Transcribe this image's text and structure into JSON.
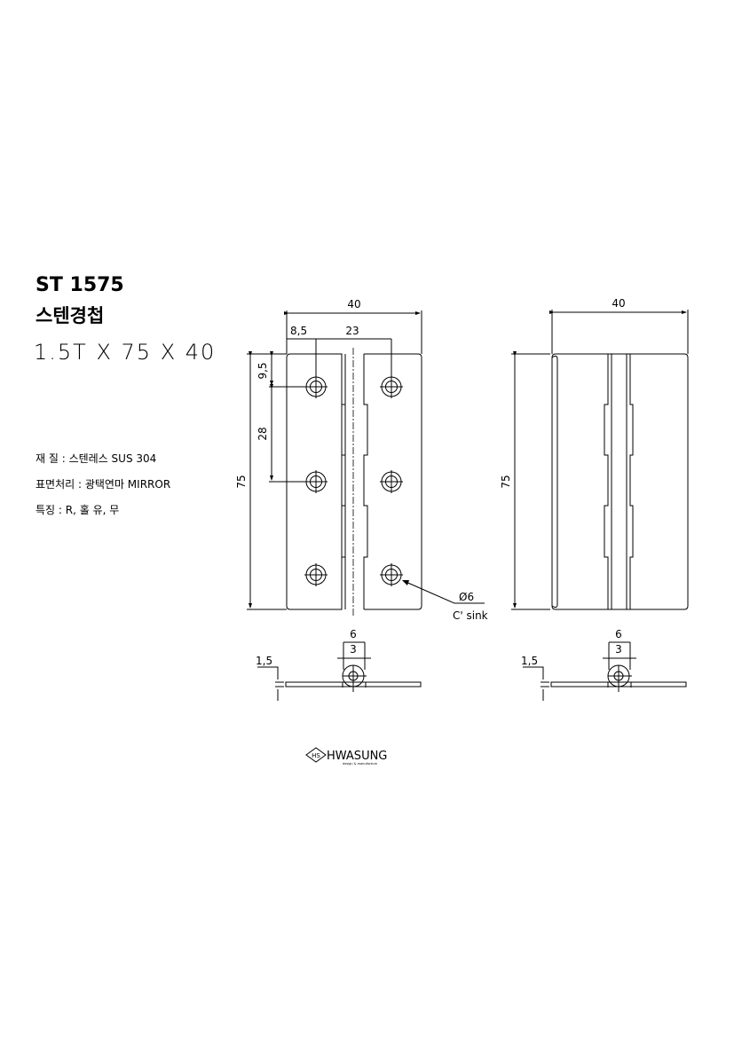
{
  "header": {
    "model": "ST 1575",
    "name": "스텐경첩",
    "size": "1.5T  X  75  X  40"
  },
  "specs": [
    "재 질 : 스텐레스 SUS 304",
    "표면처리 : 광택연마 MIRROR",
    "특징 : R, 홀 유, 무"
  ],
  "front_view": {
    "width_dim": "40",
    "edge_dim": "8,5",
    "hole_pitch_h": "23",
    "top_dim": "9,5",
    "hole_pitch_v": "28",
    "height_dim": "75",
    "hole_dia": "Ø6",
    "hole_type": "C' sink"
  },
  "back_view": {
    "width_dim": "40",
    "height_dim": "75"
  },
  "section_views": {
    "knuckle_dim": "6",
    "pin_dim": "3",
    "thickness_dim": "1,5"
  },
  "logo": {
    "mark": "HS",
    "name": "HWASUNG",
    "tagline": "design & manufacture"
  }
}
